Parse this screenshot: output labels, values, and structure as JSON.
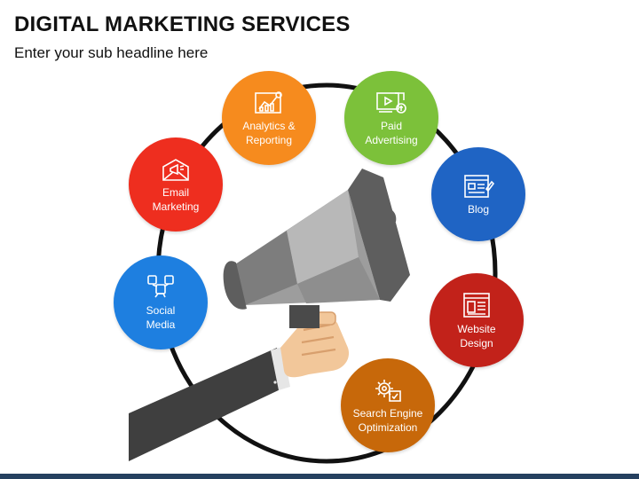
{
  "header": {
    "title": "DIGITAL MARKETING SERVICES",
    "subtitle": "Enter your sub headline here"
  },
  "services": [
    {
      "label": "Social\nMedia",
      "color": "#1e7fe0",
      "icon": "social-media-icon"
    },
    {
      "label": "Email\nMarketing",
      "color": "#ee2e1f",
      "icon": "email-megaphone-icon"
    },
    {
      "label": "Analytics &\nReporting",
      "color": "#f68b1e",
      "icon": "analytics-chart-icon"
    },
    {
      "label": "Paid\nAdvertising",
      "color": "#7cc13a",
      "icon": "video-ad-icon"
    },
    {
      "label": "Blog",
      "color": "#1f64c4",
      "icon": "blog-icon"
    },
    {
      "label": "Website\nDesign",
      "color": "#c2221a",
      "icon": "web-layout-icon"
    },
    {
      "label": "Search Engine\nOptimization",
      "color": "#c7680a",
      "icon": "seo-gear-icon"
    }
  ],
  "colors": {
    "ring": "#111111",
    "megaphone_body": "#8a8a8a",
    "sleeve": "#3f3f3f",
    "skin": "#f2c79a",
    "footer_bar": "#25405f"
  }
}
